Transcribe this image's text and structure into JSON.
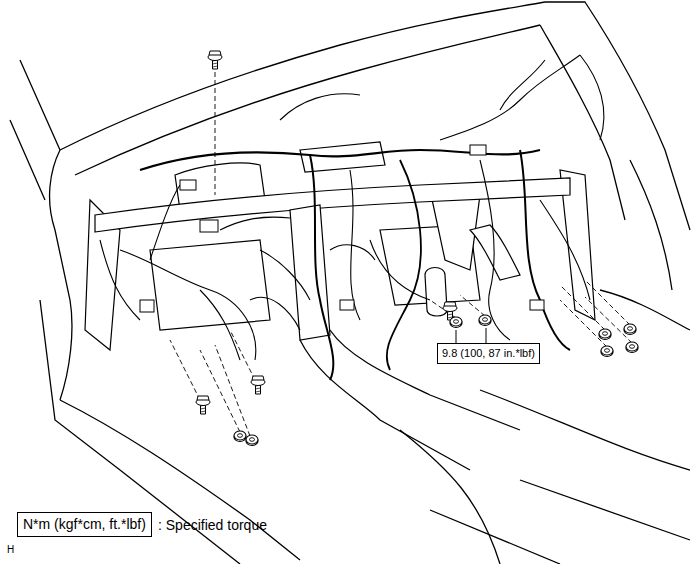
{
  "diagram": {
    "nodes": [
      {
        "text": [
          "9.8 (100, 87 in.*lbf)"
        ]
      },
      {
        "text": [
          "N*m (kgf*cm, ft.*lbf)"
        ]
      }
    ],
    "labels": [
      ": Specified torque",
      "H"
    ]
  }
}
